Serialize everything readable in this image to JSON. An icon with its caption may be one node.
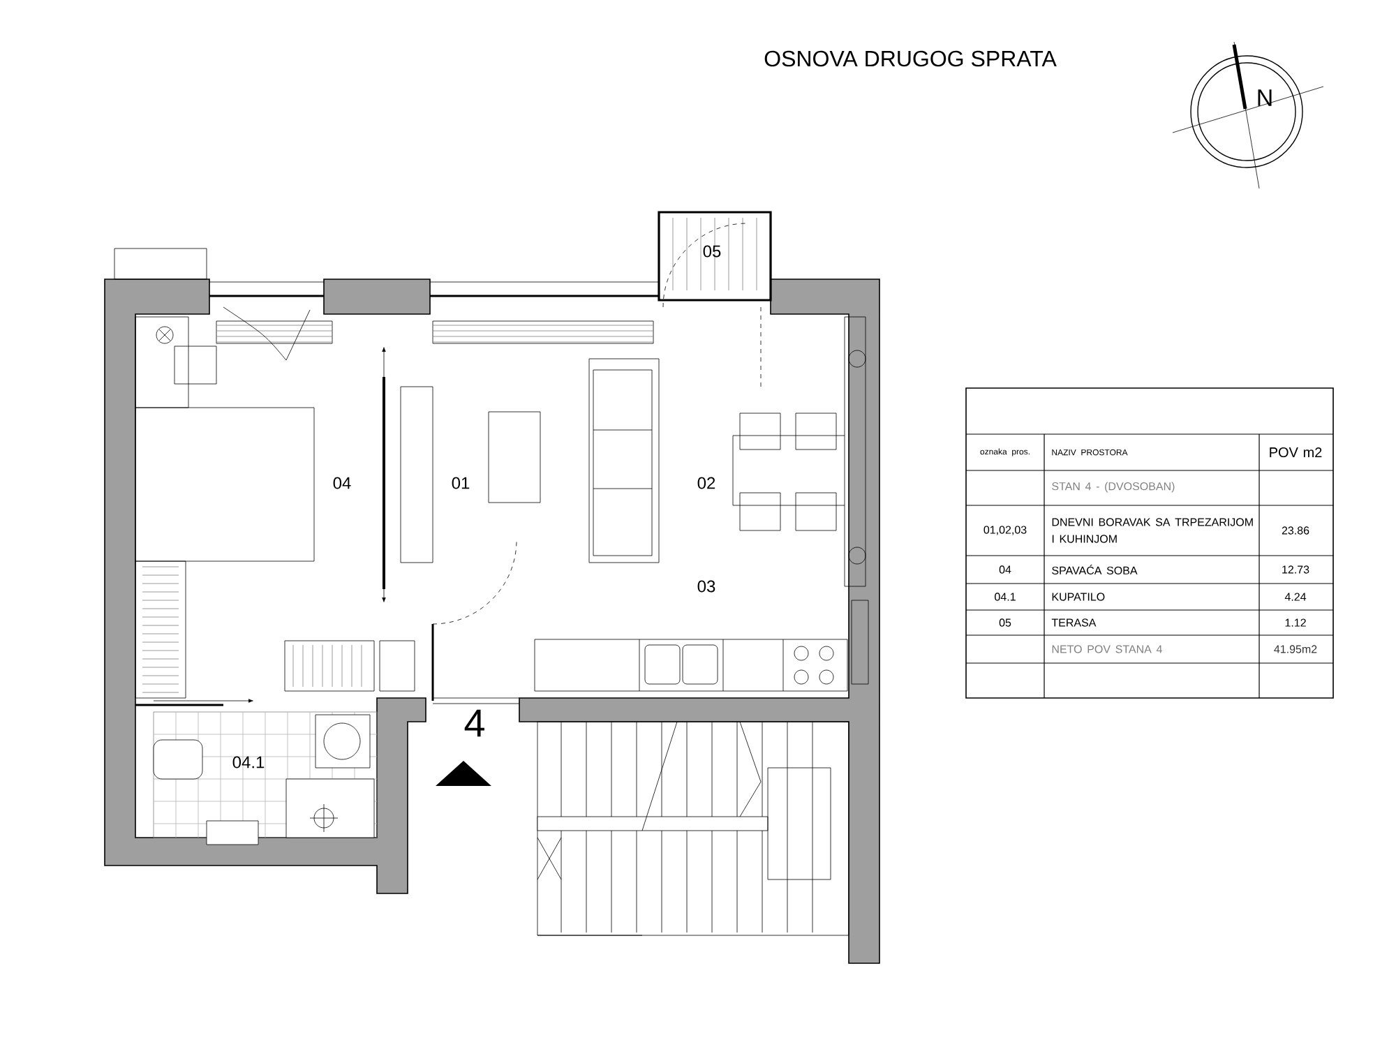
{
  "diagram": {
    "title": "OSNOVA DRUGOG SPRATA",
    "labels": [
      "N",
      "05",
      "04",
      "01",
      "02",
      "03",
      "4",
      "04.1",
      "oznaka pros.",
      "NAZIV PROSTORA",
      "POV m2",
      "STAN 4 - (DVOSOBAN)",
      "01,02,03",
      "DNEVNI BORAVAK SA TRPEZARIJOM I KUHINJOM",
      "23.86",
      "04",
      "SPAVAĆA SOBA",
      "12.73",
      "04.1",
      "KUPATILO",
      "4.24",
      "05",
      "TERASA",
      "1.12",
      "NETO POV STANA 4",
      "41.95m2"
    ]
  }
}
